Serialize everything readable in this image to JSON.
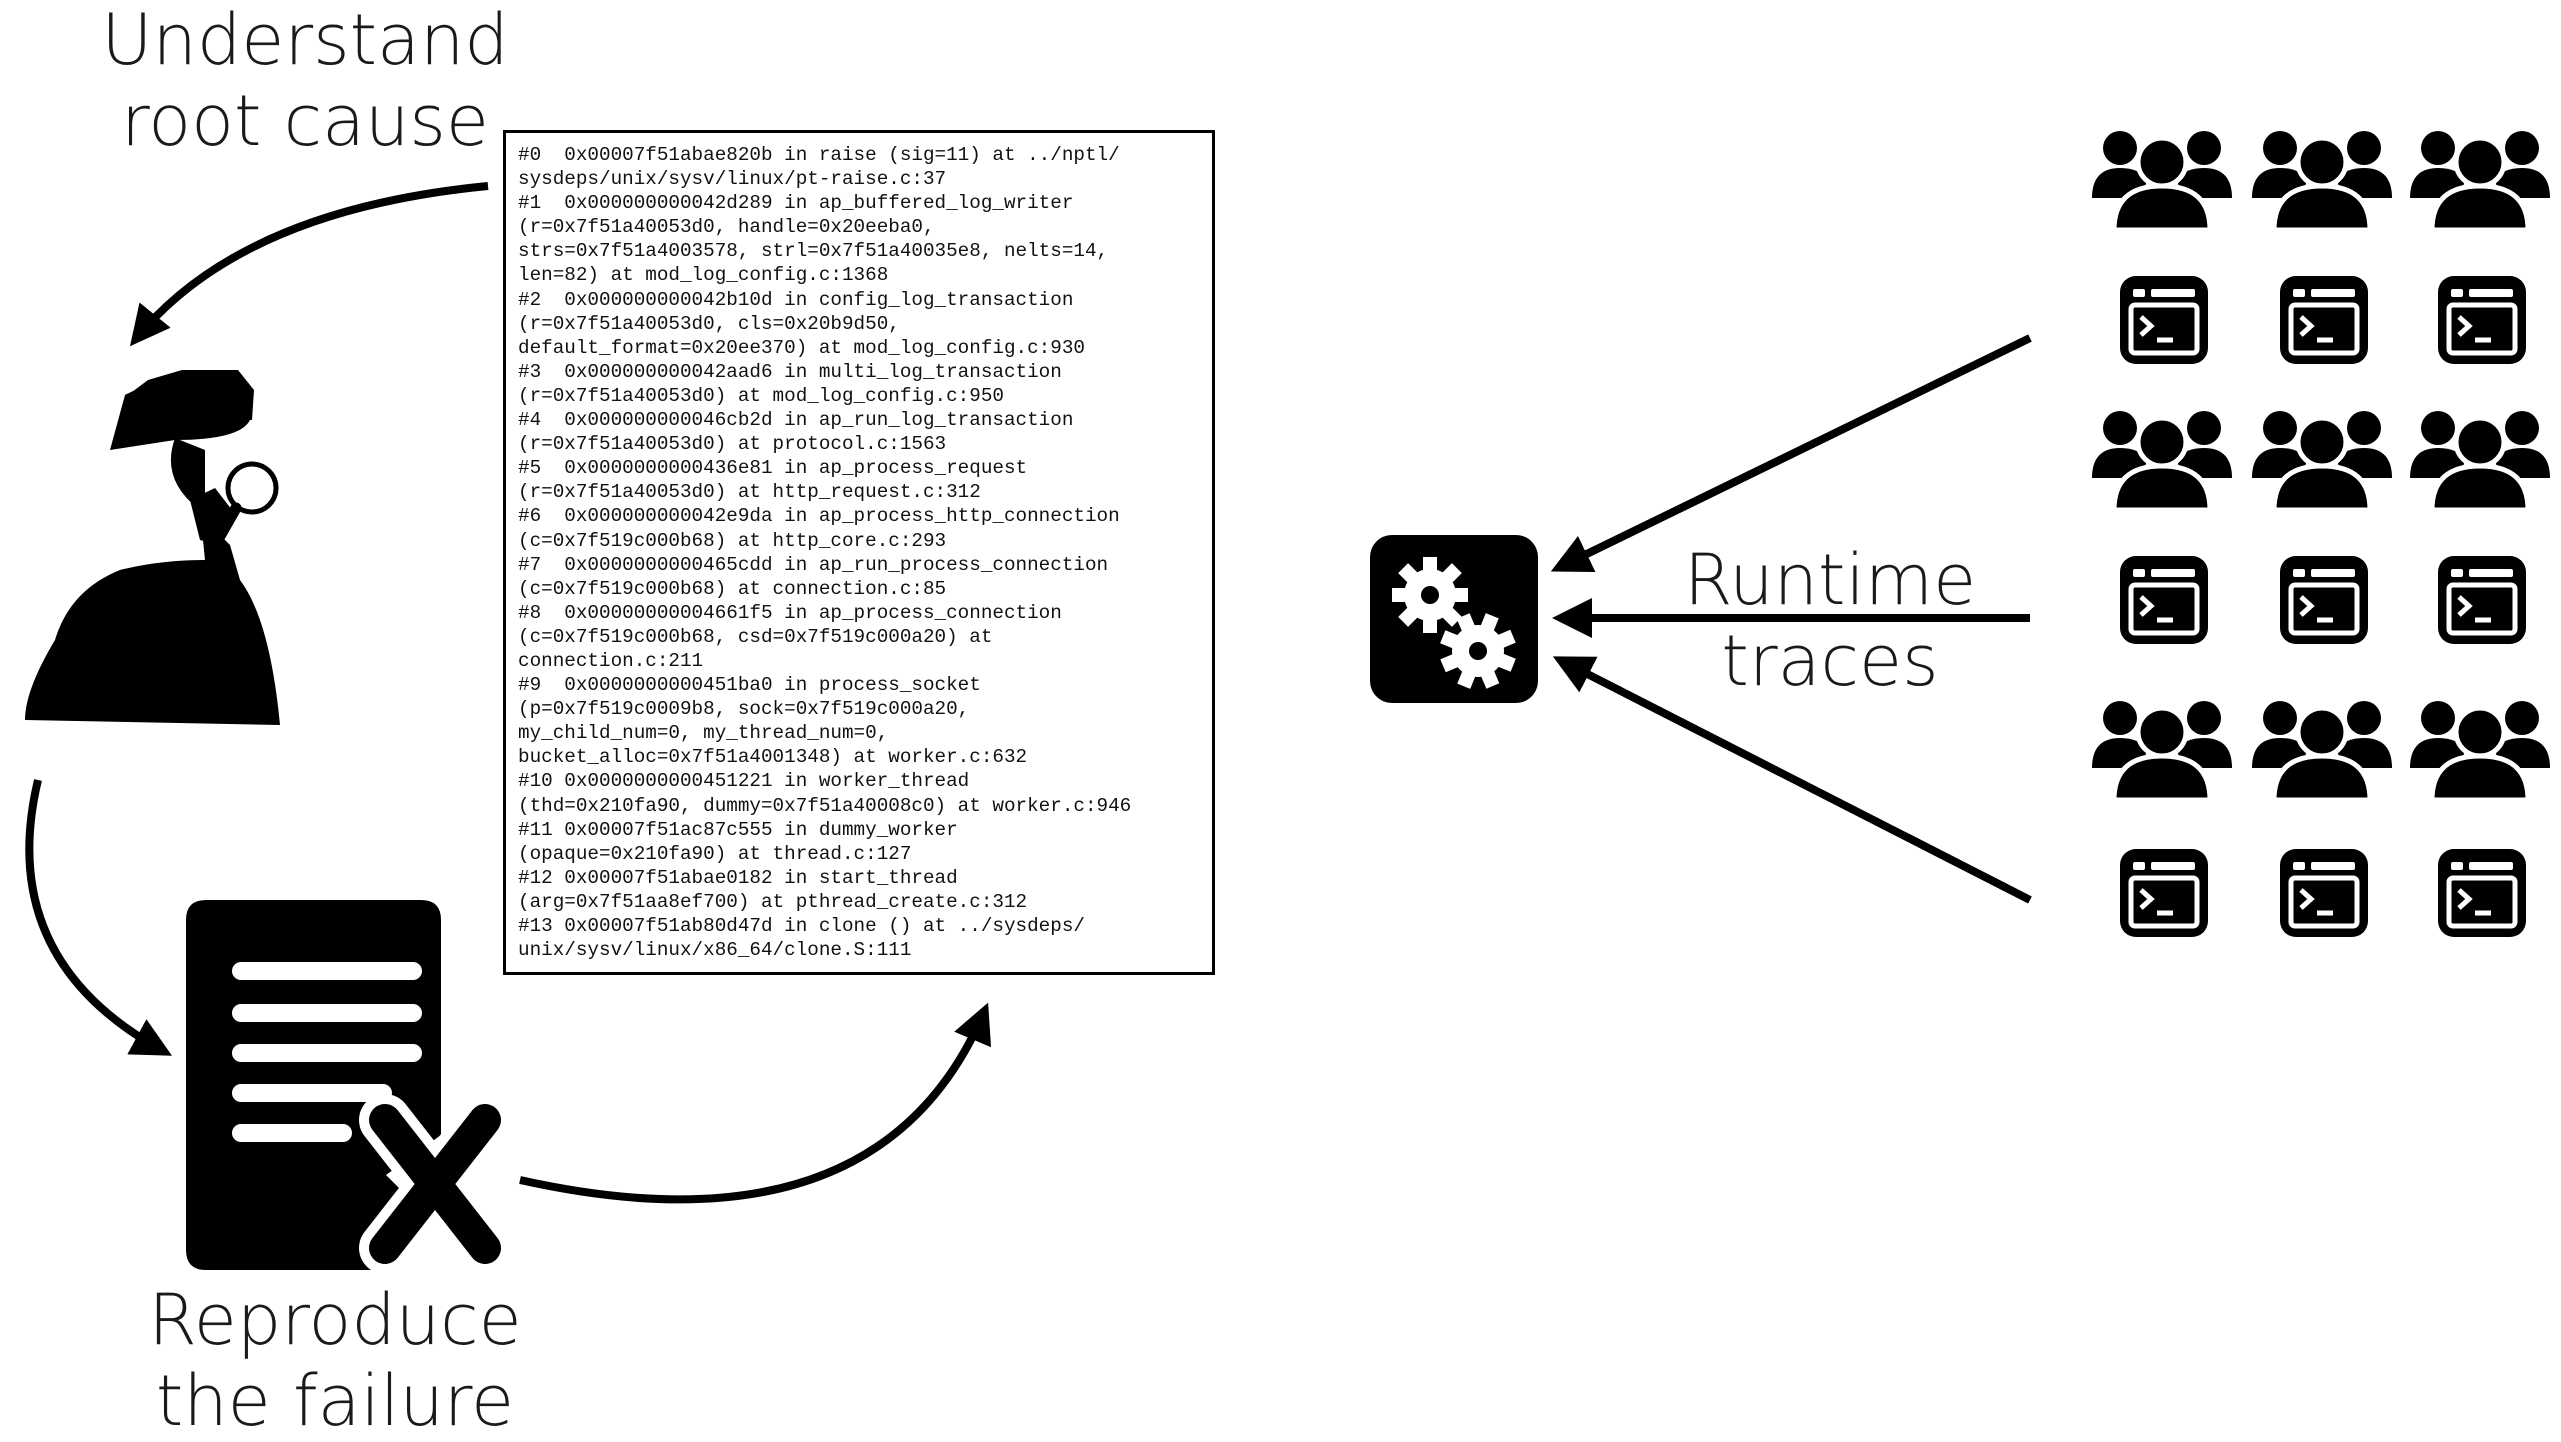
{
  "labels": {
    "understand": [
      "Understand",
      "root cause"
    ],
    "reproduce": [
      "Reproduce",
      "the failure"
    ],
    "runtime": [
      "Runtime",
      "traces"
    ]
  },
  "stack_trace": [
    "#0  0x00007f51abae820b in raise (sig=11) at ../nptl/",
    "sysdeps/unix/sysv/linux/pt-raise.c:37",
    "#1  0x000000000042d289 in ap_buffered_log_writer",
    "(r=0x7f51a40053d0, handle=0x20eeba0,",
    "strs=0x7f51a4003578, strl=0x7f51a40035e8, nelts=14,",
    "len=82) at mod_log_config.c:1368",
    "#2  0x000000000042b10d in config_log_transaction",
    "(r=0x7f51a40053d0, cls=0x20b9d50,",
    "default_format=0x20ee370) at mod_log_config.c:930",
    "#3  0x000000000042aad6 in multi_log_transaction",
    "(r=0x7f51a40053d0) at mod_log_config.c:950",
    "#4  0x000000000046cb2d in ap_run_log_transaction",
    "(r=0x7f51a40053d0) at protocol.c:1563",
    "#5  0x0000000000436e81 in ap_process_request",
    "(r=0x7f51a40053d0) at http_request.c:312",
    "#6  0x000000000042e9da in ap_process_http_connection",
    "(c=0x7f519c000b68) at http_core.c:293",
    "#7  0x0000000000465cdd in ap_run_process_connection",
    "(c=0x7f519c000b68) at connection.c:85",
    "#8  0x00000000004661f5 in ap_process_connection",
    "(c=0x7f519c000b68, csd=0x7f519c000a20) at",
    "connection.c:211",
    "#9  0x0000000000451ba0 in process_socket",
    "(p=0x7f519c0009b8, sock=0x7f519c000a20,",
    "my_child_num=0, my_thread_num=0,",
    "bucket_alloc=0x7f51a4001348) at worker.c:632",
    "#10 0x0000000000451221 in worker_thread",
    "(thd=0x210fa90, dummy=0x7f51a40008c0) at worker.c:946",
    "#11 0x00007f51ac87c555 in dummy_worker",
    "(opaque=0x210fa90) at thread.c:127",
    "#12 0x00007f51abae0182 in start_thread",
    "(arg=0x7f51aa8ef700) at pthread_create.c:312",
    "#13 0x00007f51ab80d47d in clone () at ../sysdeps/",
    "unix/sysv/linux/x86_64/clone.S:111"
  ],
  "icons": {
    "detective": "detective-icon",
    "failure_doc": "document-error-icon",
    "engine": "gears-icon",
    "users": "user-group-icon",
    "terminal": "terminal-window-icon"
  },
  "user_grid": {
    "rows": 3,
    "cols": 3
  },
  "colors": {
    "ink": "#000000",
    "background": "#ffffff"
  }
}
